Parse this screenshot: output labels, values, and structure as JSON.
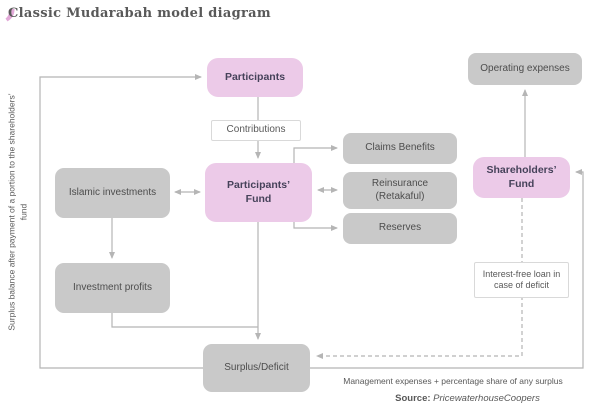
{
  "title": "Classic Mudarabah model diagram",
  "icons": {
    "quote_mark": ","
  },
  "colors": {
    "pink-box": "#eccae8",
    "pink-mark": "#e2a9d8",
    "gray-box": "#c9c9c9",
    "line": "#b5b5b5",
    "title-text": "#595959",
    "box-text": "#4d4d4d",
    "pink-box-text": "#46425a",
    "caption-text": "#595959",
    "label-border": "#d9d9d9",
    "page-bg": "#ffffff"
  },
  "nodes": {
    "participants": "Participants",
    "contributions": "Contributions",
    "participants_fund": "Participants’\nFund",
    "islamic_investments": "Islamic investments",
    "investment_profits": "Investment profits",
    "claims_benefits": "Claims Benefits",
    "reinsurance": "Reinsurance\n(Retakaful)",
    "reserves": "Reserves",
    "operating_expenses": "Operating expenses",
    "shareholders_fund": "Shareholders’\nFund",
    "surplus_deficit": "Surplus/Deficit",
    "interest_free_loan": "Interest-free loan in\ncase of deficit"
  },
  "edge_labels": {
    "surplus_balance": "Surplus balance after payment of a portion to the shareholders’ fund",
    "management_expenses": "Management expenses + percentage share of any surplus"
  },
  "source": {
    "label": "Source:",
    "value": "PricewaterhouseCoopers"
  }
}
